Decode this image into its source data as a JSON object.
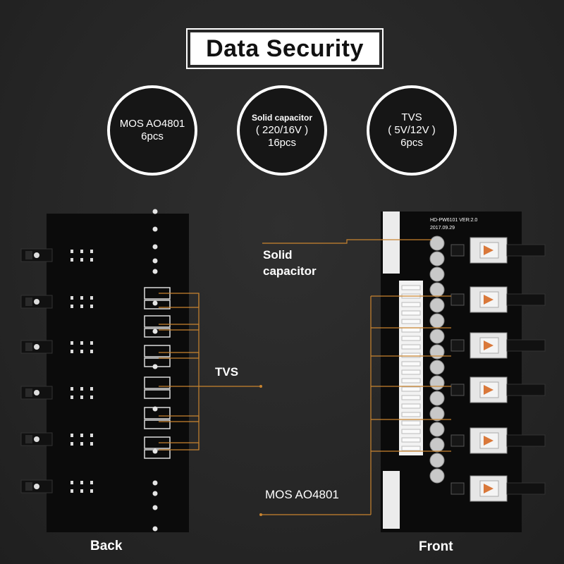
{
  "title": "Data Security",
  "features": [
    {
      "line1": "MOS AO4801",
      "line2": "6pcs"
    },
    {
      "line1": "Solid capacitor",
      "line2": "( 220/16V )",
      "line3": "16pcs"
    },
    {
      "line1": "TVS",
      "line2": "( 5V/12V )",
      "line3": "6pcs"
    }
  ],
  "labels": {
    "solid_capacitor_1": "Solid",
    "solid_capacitor_2": "capacitor",
    "tvs": "TVS",
    "mos": "MOS AO4801",
    "back": "Back",
    "front": "Front"
  },
  "board": {
    "model": "HD-PW6101 VER:2.0",
    "date": "2017.09.29"
  },
  "colors": {
    "accent_line": "#c9842f",
    "board": "#0c0c0c",
    "capacitor": "#c8c8c8",
    "led": "#d9783a"
  }
}
